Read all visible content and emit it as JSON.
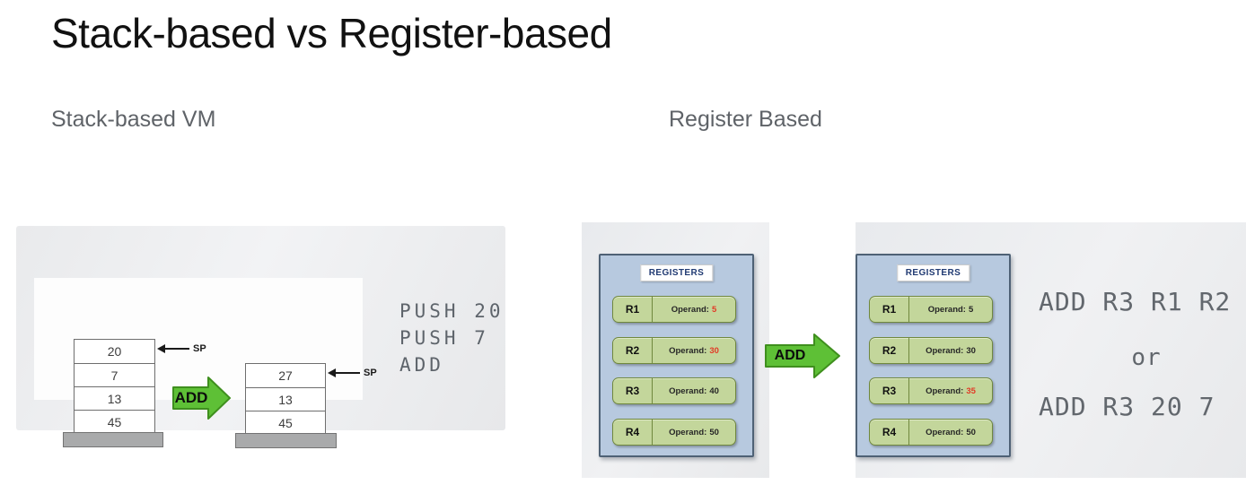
{
  "title": "Stack-based vs Register-based",
  "left_section": {
    "heading": "Stack-based VM",
    "sp_label": "SP",
    "arrow_label": "ADD",
    "stack_before": [
      "20",
      "7",
      "13",
      "45"
    ],
    "stack_after": [
      "27",
      "13",
      "45"
    ],
    "code_lines": [
      "PUSH 20",
      "PUSH 7",
      "ADD"
    ]
  },
  "right_section": {
    "heading": "Register Based",
    "registers_title": "REGISTERS",
    "arrow_label": "ADD",
    "operand_label": "Operand:",
    "before_registers": [
      {
        "name": "R1",
        "value": "5",
        "highlight": true
      },
      {
        "name": "R2",
        "value": "30",
        "highlight": true
      },
      {
        "name": "R3",
        "value": "40",
        "highlight": false
      },
      {
        "name": "R4",
        "value": "50",
        "highlight": false
      }
    ],
    "after_registers": [
      {
        "name": "R1",
        "value": "5",
        "highlight": false
      },
      {
        "name": "R2",
        "value": "30",
        "highlight": false
      },
      {
        "name": "R3",
        "value": "35",
        "highlight": true
      },
      {
        "name": "R4",
        "value": "50",
        "highlight": false
      }
    ],
    "code_lines": [
      "ADD R3 R1 R2",
      "or",
      "ADD R3 20 7"
    ]
  },
  "colors": {
    "arrow_green_fill": "#5ec036",
    "arrow_green_border": "#3f8f1e",
    "register_box_blue": "#b7c9df",
    "register_row_green": "#c3d69b",
    "register_row_border": "#70883e",
    "highlight_red": "#e23a26",
    "registers_title_navy": "#203a72",
    "code_gray": "#62676d"
  }
}
